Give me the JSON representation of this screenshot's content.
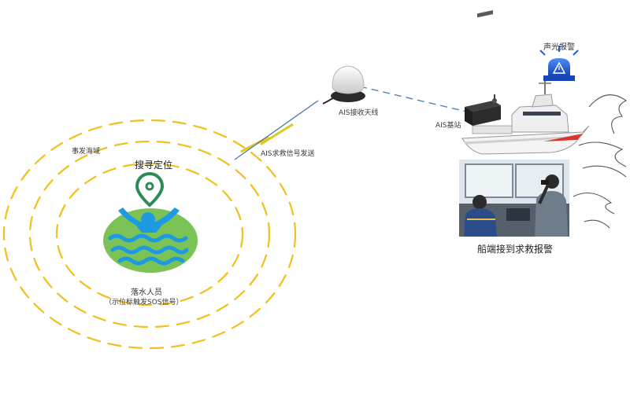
{
  "labels": {
    "incident_area": "事发海域",
    "search_location": "搜寻定位",
    "person_overboard": "落水人员",
    "sos_trigger": "（示位标触发SOS信号）",
    "ais_distress_send": "AIS求救信号发送",
    "ais_receive_antenna": "AIS接收天线",
    "ais_base_station": "AIS基站",
    "sound_light_alarm": "声光报警",
    "ship_receives_alarm": "船端接到求救报警"
  },
  "icons": {
    "pin": "location-pin-icon",
    "swimmer": "person-in-water-icon",
    "lightning": "lightning-bolt-icon",
    "antenna": "gps-antenna-icon",
    "base_station": "ais-base-station-icon",
    "beacon": "alarm-beacon-icon",
    "ship": "rescue-ship-icon",
    "photo": "bridge-crew-photo"
  },
  "colors": {
    "ring": "#f2bf1c",
    "pin": "#2e8b57",
    "swimmer_bg": "#7cc357",
    "swimmer": "#1e9be0",
    "link": "#4a78b8",
    "beacon": "#1e5fd6"
  }
}
